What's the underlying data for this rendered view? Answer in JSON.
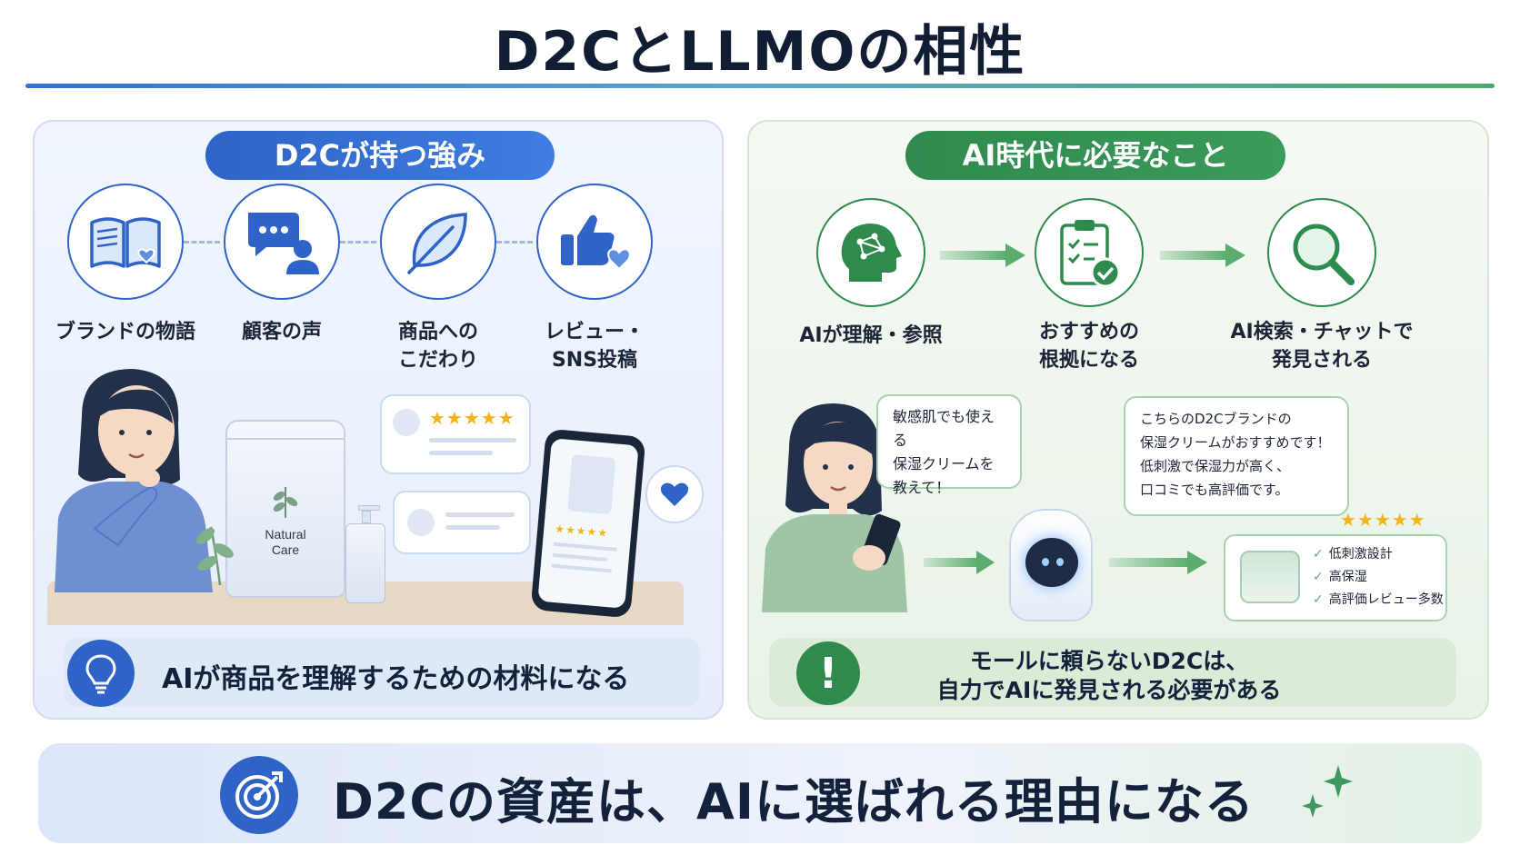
{
  "title": "D2CとLLMOの相性",
  "left": {
    "heading": "D2Cが持つ強み",
    "items": [
      {
        "label": "ブランドの物語",
        "icon": "book-heart-icon"
      },
      {
        "label": "顧客の声",
        "icon": "chat-person-icon"
      },
      {
        "label": "商品への\nこだわり",
        "icon": "leaf-icon"
      },
      {
        "label": "レビュー・\nSNS投稿",
        "icon": "thumbs-up-heart-icon"
      }
    ],
    "package_text": "Natural\nCare",
    "review_stars": "★★★★★",
    "phone_stars": "★★★★★",
    "footer": "AIが商品を理解するための材料になる"
  },
  "right": {
    "heading": "AI時代に必要なこと",
    "steps": [
      {
        "label": "AIが理解・参照",
        "icon": "brain-head-icon"
      },
      {
        "label": "おすすめの\n根拠になる",
        "icon": "clipboard-check-icon"
      },
      {
        "label": "AI検索・チャットで\n発見される",
        "icon": "magnifier-icon"
      }
    ],
    "user_bubble": "敏感肌でも使える\n保湿クリームを\n教えて！",
    "ai_bubble": "こちらのD2Cブランドの\n保湿クリームがおすすめです！\n低刺激で保湿力が高く、\n口コミでも高評価です。",
    "product_stars": "★★★★★",
    "checklist": [
      "低刺激設計",
      "高保湿",
      "高評価レビュー多数"
    ],
    "footer": "モールに頼らないD2Cは、\n自力でAIに発見される必要がある"
  },
  "conclusion": "D2Cの資産は、AIに選ばれる理由になる",
  "colors": {
    "blue": "#2f63c7",
    "green": "#2e8a4d",
    "star": "#f3b41b"
  }
}
